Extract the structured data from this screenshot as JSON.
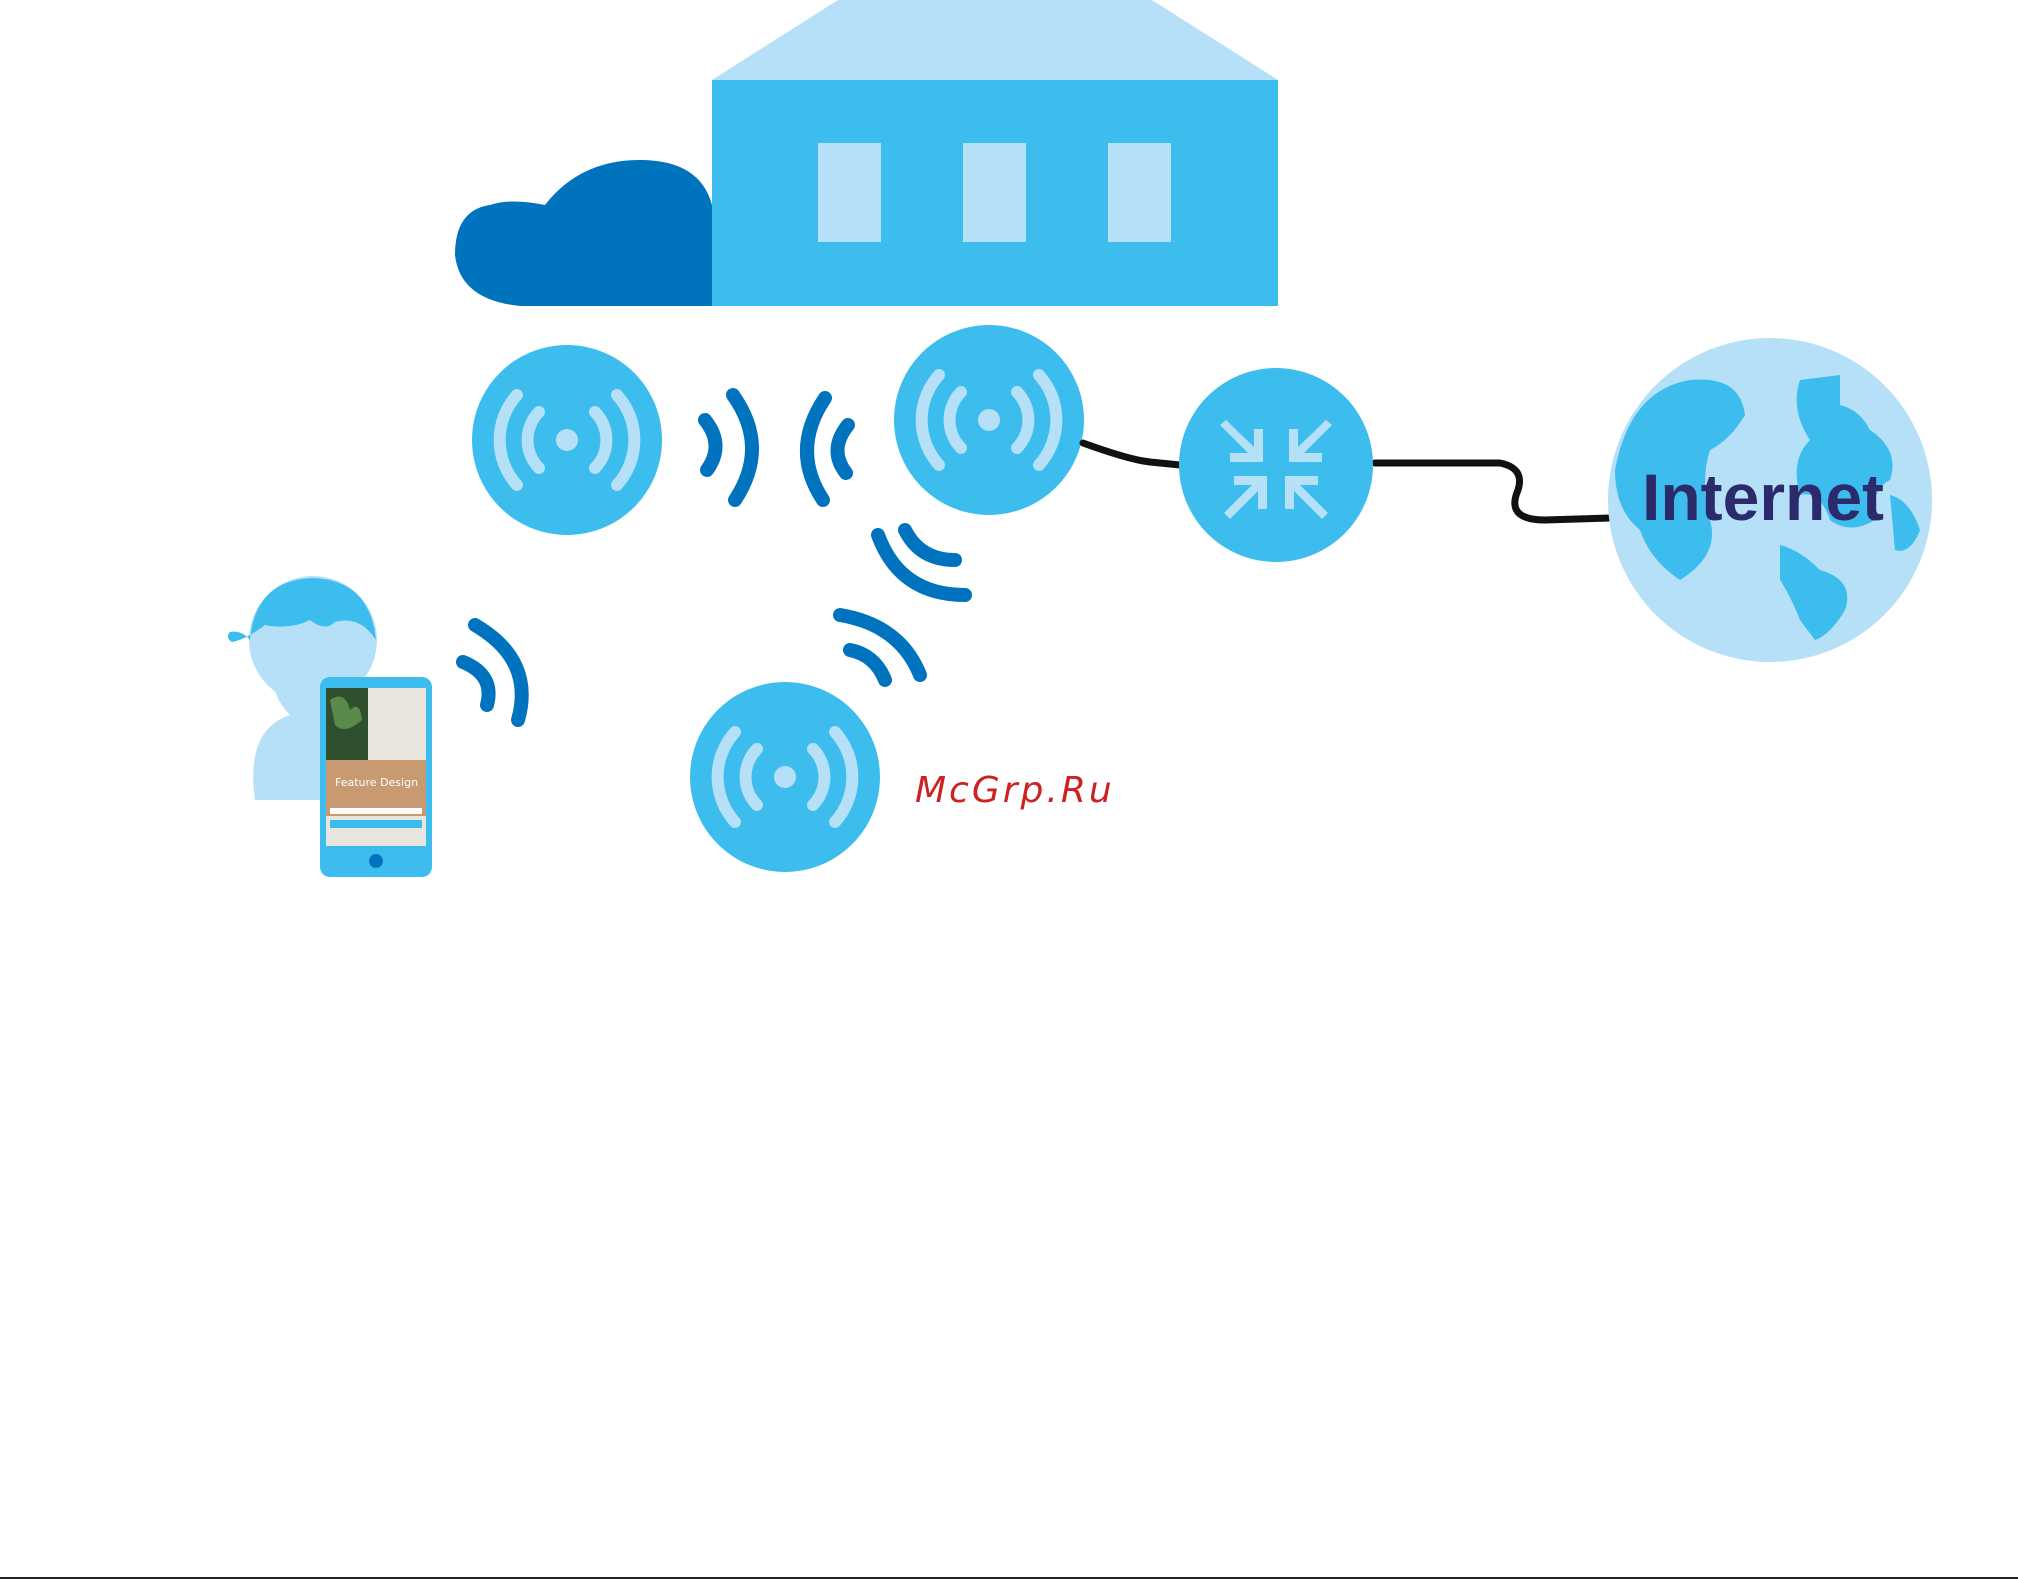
{
  "labels": {
    "internet": "Internet",
    "watermark": "McGrp.Ru",
    "phone_app_title": "Feature Design"
  },
  "colors": {
    "light_blue": "#3DBDEE",
    "pale_blue": "#B5E0F8",
    "dark_blue": "#0073BE",
    "navy_text": "#2B2A6B",
    "cable": "#111111",
    "watermark": "#CC2222",
    "rule": "#222222"
  },
  "icons": [
    "cloud-icon",
    "building-icon",
    "access-point-icon",
    "wifi-signal-icon",
    "switch-icon",
    "globe-icon",
    "user-icon",
    "smartphone-icon"
  ]
}
